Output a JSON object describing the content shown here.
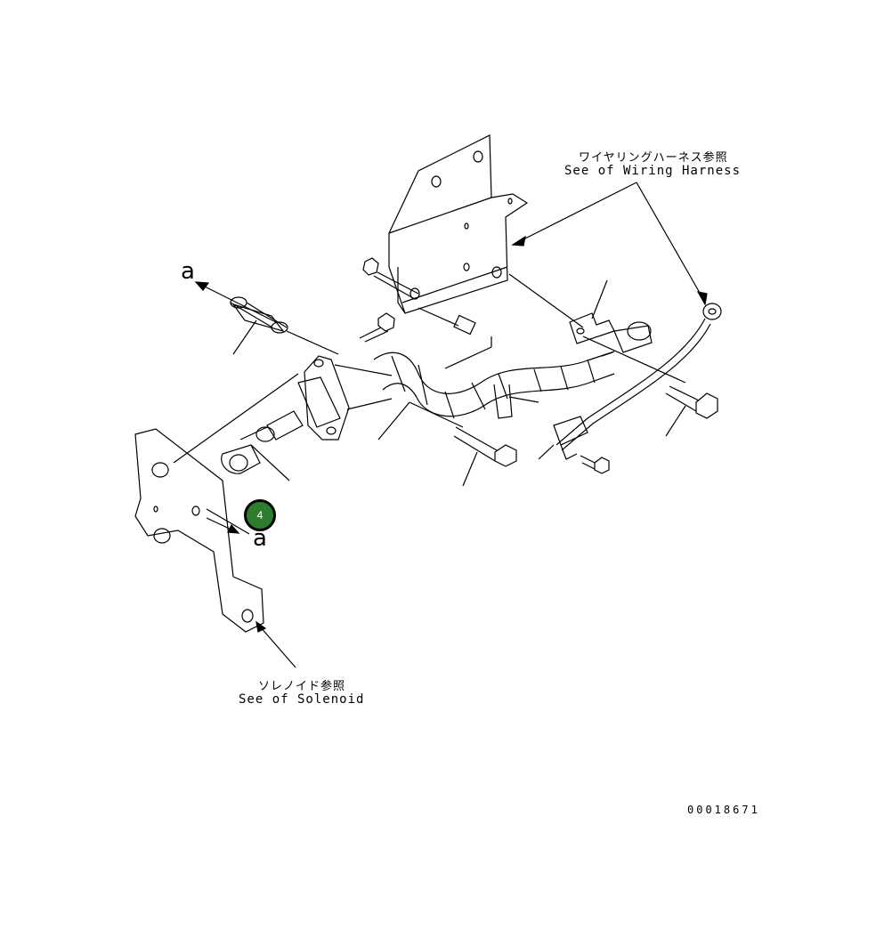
{
  "labels": {
    "wiring_harness_jp": "ワイヤリングハーネス参照",
    "wiring_harness_en": "See of Wiring Harness",
    "solenoid_jp": "ソレノイド参照",
    "solenoid_en": "See of Solenoid",
    "ref_a_top": "a",
    "ref_a_bottom": "a"
  },
  "callout": {
    "number": "4",
    "color": "#2e7d2e"
  },
  "drawing_number": "00018671"
}
